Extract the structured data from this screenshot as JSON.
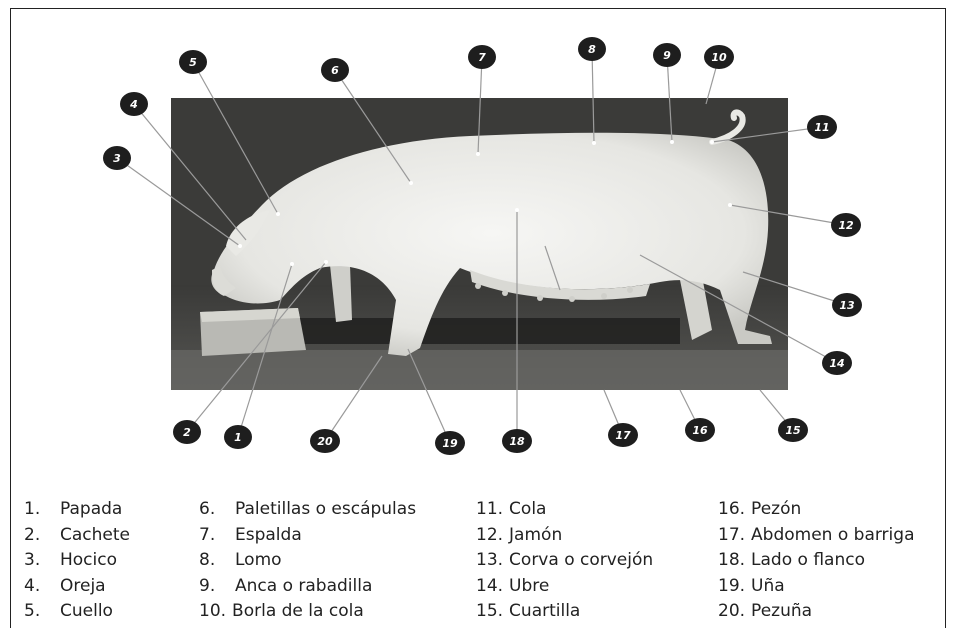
{
  "markers": [
    {
      "n": "1"
    },
    {
      "n": "2"
    },
    {
      "n": "3"
    },
    {
      "n": "4"
    },
    {
      "n": "5"
    },
    {
      "n": "6"
    },
    {
      "n": "7"
    },
    {
      "n": "8"
    },
    {
      "n": "9"
    },
    {
      "n": "10"
    },
    {
      "n": "11"
    },
    {
      "n": "12"
    },
    {
      "n": "13"
    },
    {
      "n": "14"
    },
    {
      "n": "15"
    },
    {
      "n": "16"
    },
    {
      "n": "17"
    },
    {
      "n": "18"
    },
    {
      "n": "19"
    },
    {
      "n": "20"
    }
  ],
  "legend": {
    "col1": [
      {
        "num": "1.",
        "label": "Papada"
      },
      {
        "num": "2.",
        "label": "Cachete"
      },
      {
        "num": "3.",
        "label": "Hocico"
      },
      {
        "num": "4.",
        "label": "Oreja"
      },
      {
        "num": "5.",
        "label": "Cuello"
      }
    ],
    "col2": [
      {
        "num": "6.",
        "label": "Paletillas o escápulas"
      },
      {
        "num": "7.",
        "label": "Espalda"
      },
      {
        "num": "8.",
        "label": "Lomo"
      },
      {
        "num": "9.",
        "label": "Anca o rabadilla"
      },
      {
        "num": "10.",
        "label": "Borla de la cola"
      }
    ],
    "col3": [
      {
        "num": "11.",
        "label": "Cola"
      },
      {
        "num": "12.",
        "label": "Jamón"
      },
      {
        "num": "13.",
        "label": "Corva o corvejón"
      },
      {
        "num": "14.",
        "label": "Ubre"
      },
      {
        "num": "15.",
        "label": "Cuartilla"
      }
    ],
    "col4": [
      {
        "num": "16.",
        "label": "Pezón"
      },
      {
        "num": "17.",
        "label": "Abdomen o barriga"
      },
      {
        "num": "18.",
        "label": "Lado o flanco"
      },
      {
        "num": "19.",
        "label": "Uña"
      },
      {
        "num": "20.",
        "label": "Pezuña"
      }
    ]
  }
}
